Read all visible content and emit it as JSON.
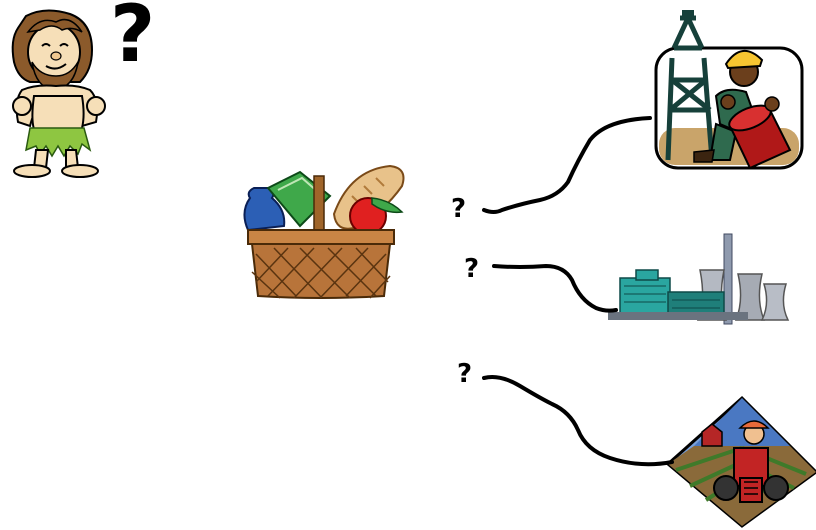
{
  "question_mark_large": "?",
  "connections": [
    {
      "label": "?",
      "target": "oil-worker"
    },
    {
      "label": "?",
      "target": "power-plant"
    },
    {
      "label": "?",
      "target": "farmer"
    }
  ],
  "icons": {
    "caveman": "caveman-icon",
    "basket": "grocery-basket-icon",
    "oil_worker": "oil-rig-worker-icon",
    "power_plant": "power-plant-icon",
    "farmer": "tractor-farmer-icon"
  }
}
